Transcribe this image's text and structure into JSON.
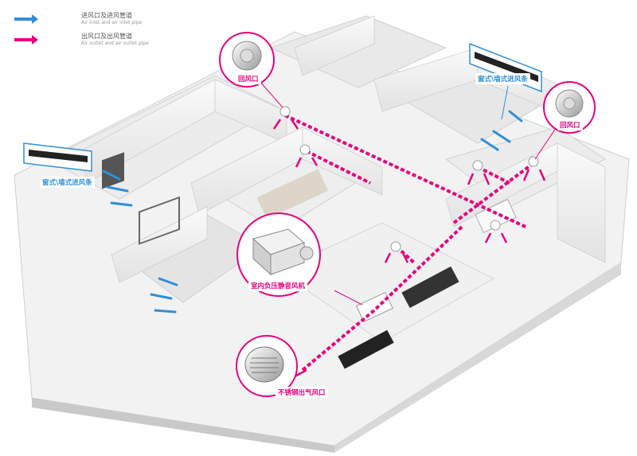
{
  "legend": [
    {
      "cn": "进风口及进风管道",
      "en": "Air inlet and air inlet pipe",
      "color": "#2f8fd8"
    },
    {
      "cn": "出风口及出风管道",
      "en": "Air outlet and air outlet pipe",
      "color": "#e6007e"
    }
  ],
  "callouts": {
    "return_vent_left": "回风口",
    "return_vent_right": "回风口",
    "supply_bar_left": "窗式\\墙式进风条",
    "supply_bar_right": "窗式\\墙式进风条",
    "fan": "室内负压静音风机",
    "exhaust_cap": "不锈钢出气风口"
  },
  "colors": {
    "inlet": "#2f8fd8",
    "outlet": "#e6007e"
  }
}
